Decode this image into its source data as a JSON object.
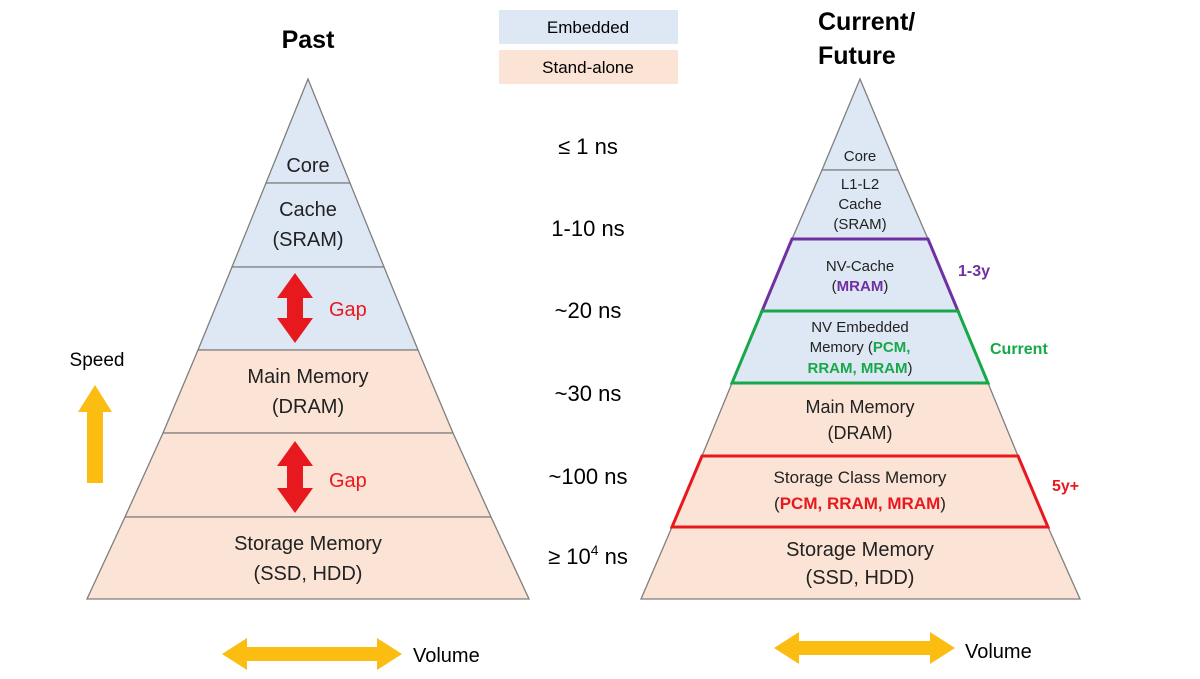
{
  "titles": {
    "past": "Past",
    "current_line1": "Current/",
    "current_line2": "Future"
  },
  "legend": {
    "embedded": "Embedded",
    "standalone": "Stand-alone"
  },
  "colors": {
    "embedded": "#dde8f4",
    "standalone": "#fbe3d5",
    "arrow_orange": "#fbbd12",
    "gap_red": "#e8191e",
    "purple": "#7030a0",
    "green": "#17a84a",
    "red": "#e8191e",
    "outline": "#7f7f7f"
  },
  "latencies": [
    "≤ 1 ns",
    "1-10 ns",
    "~20 ns",
    "~30 ns",
    "~100 ns",
    "≥ 10",
    "4",
    " ns"
  ],
  "past": {
    "core": "Core",
    "cache_line1": "Cache",
    "cache_line2": "(SRAM)",
    "gap1": "Gap",
    "main_line1": "Main Memory",
    "main_line2": "(DRAM)",
    "gap2": "Gap",
    "storage_line1": "Storage Memory",
    "storage_line2": "(SSD, HDD)"
  },
  "future": {
    "core": "Core",
    "l1l2_line1": "L1-L2",
    "l1l2_line2": "Cache",
    "l1l2_line3": "(SRAM)",
    "nvcache_line1": "NV-Cache",
    "nvcache_line2_open": "(",
    "nvcache_line2_tech": "MRAM",
    "nvcache_line2_close": ")",
    "nvemb_line1": "NV Embedded",
    "nvemb_line2_pre": "Memory (",
    "nvemb_line2_tech": "PCM,",
    "nvemb_line3_tech": "RRAM, MRAM",
    "nvemb_line3_close": ")",
    "main_line1": "Main Memory",
    "main_line2": "(DRAM)",
    "scm_line1": "Storage Class Memory",
    "scm_line2_open": "(",
    "scm_line2_tech": "PCM, RRAM, MRAM",
    "scm_line2_close": ")",
    "storage_line1": "Storage Memory",
    "storage_line2": "(SSD, HDD)"
  },
  "timeframes": {
    "nvcache": "1-3y",
    "nvembedded": "Current",
    "scm": "5y+"
  },
  "axes": {
    "speed": "Speed",
    "volume_left": "Volume",
    "volume_right": "Volume"
  }
}
